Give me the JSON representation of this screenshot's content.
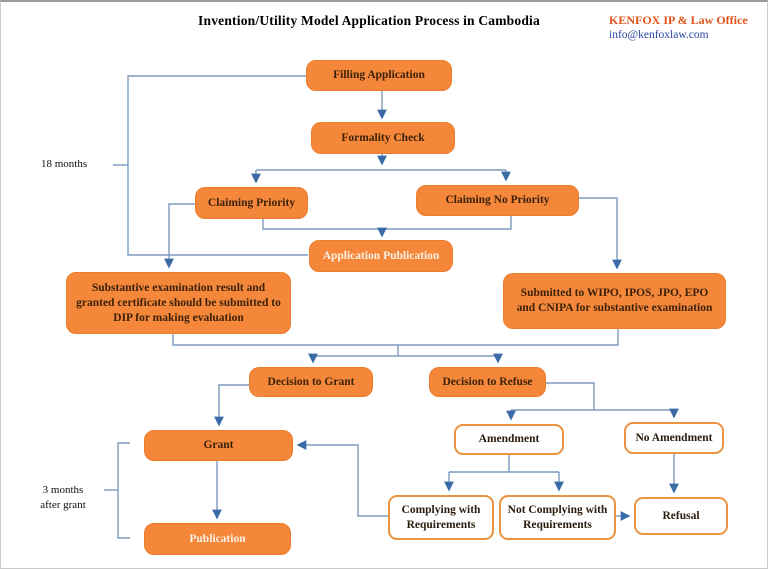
{
  "header": {
    "title": "Invention/Utility Model Application Process in Cambodia",
    "firm_name": "KENFOX IP & Law Office",
    "firm_email": "info@kenfoxlaw.com"
  },
  "side_labels": {
    "publication_delay": "18 months",
    "grant_delay_line1": "3 months",
    "grant_delay_line2": "after grant"
  },
  "nodes": {
    "filling": "Filling Application",
    "formality": "Formality Check",
    "claiming_priority": "Claiming Priority",
    "claiming_no_priority": "Claiming No Priority",
    "application_publication": "Application Publication",
    "substantive_result": "Substantive examination result and granted certificate should be submitted to DIP for making evaluation",
    "submitted_offices": "Submitted to WIPO, IPOS, JPO, EPO and CNIPA for substantive examination",
    "decision_grant": "Decision to Grant",
    "decision_refuse": "Decision to Refuse",
    "grant": "Grant",
    "amendment": "Amendment",
    "no_amendment": "No Amendment",
    "publication": "Publication",
    "complying": "Complying with Requirements",
    "not_complying": "Not Complying with Requirements",
    "refusal": "Refusal"
  },
  "colors": {
    "box_fill": "#F5873B",
    "box_border": "#ED7D2F",
    "box_text_dark": "#3D2209",
    "box_text_light": "#FBF1E4",
    "outline_box_border": "#EA9440",
    "connector_line": "#7E9ABD",
    "arrowhead": "#3A6BA6",
    "firm_name": "#E0541A",
    "firm_email": "#2847A8",
    "title_text": "#000000"
  }
}
